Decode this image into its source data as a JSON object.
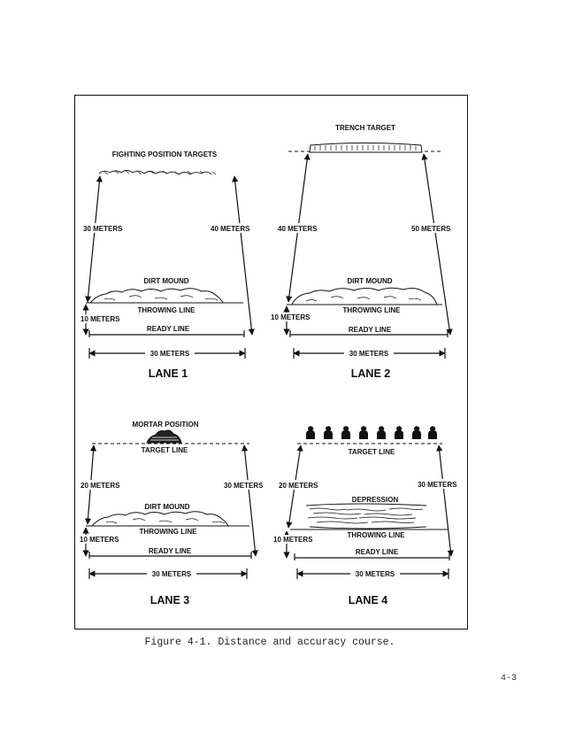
{
  "figure": {
    "caption": "Figure 4-1. Distance and accuracy course.",
    "page_number": "4-3"
  },
  "lanes": [
    {
      "title": "LANE 1",
      "target_label": "FIGHTING POSITION TARGETS",
      "left_distance": "30 METERS",
      "right_distance": "40 METERS",
      "obstacle_label": "DIRT MOUND",
      "throwing_line": "THROWING LINE",
      "ready_gap": "10 METERS",
      "ready_line": "READY LINE",
      "width": "30 METERS"
    },
    {
      "title": "LANE 2",
      "target_label": "TRENCH TARGET",
      "left_distance": "40 METERS",
      "right_distance": "50 METERS",
      "obstacle_label": "DIRT MOUND",
      "throwing_line": "THROWING LINE",
      "ready_gap": "10 METERS",
      "ready_line": "READY LINE",
      "width": "30 METERS"
    },
    {
      "title": "LANE 3",
      "target_label": "MORTAR POSITION",
      "target_line": "TARGET LINE",
      "left_distance": "20 METERS",
      "right_distance": "30 METERS",
      "obstacle_label": "DIRT MOUND",
      "throwing_line": "THROWING LINE",
      "ready_gap": "10 METERS",
      "ready_line": "READY LINE",
      "width": "30 METERS"
    },
    {
      "title": "LANE 4",
      "target_line": "TARGET LINE",
      "left_distance": "20 METERS",
      "right_distance": "30 METERS",
      "obstacle_label": "DEPRESSION",
      "throwing_line": "THROWING LINE",
      "ready_gap": "10 METERS",
      "ready_line": "READY LINE",
      "width": "30 METERS",
      "silhouette_target_count": 8
    }
  ]
}
